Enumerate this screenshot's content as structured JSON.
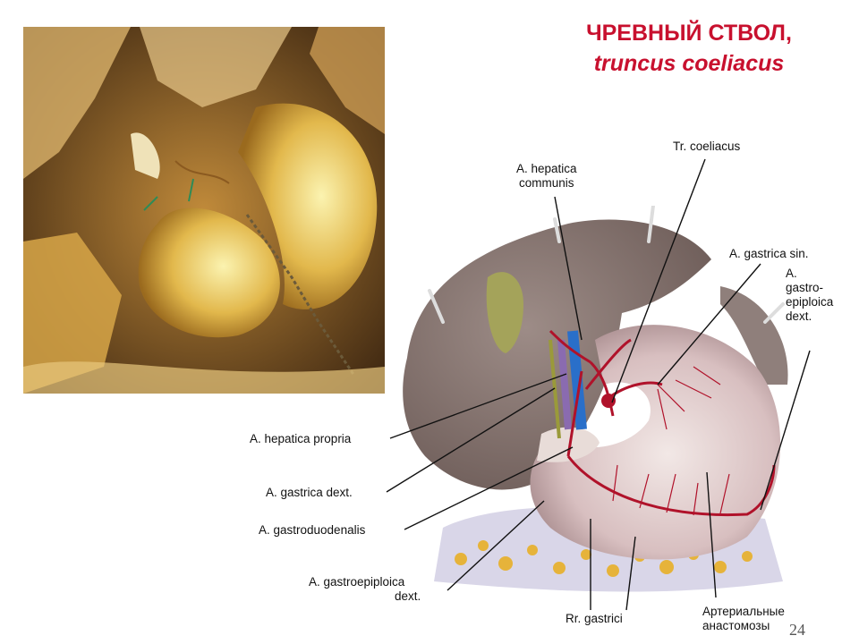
{
  "title": {
    "ru": "ЧРЕВНЫЙ СТВОЛ,",
    "latin": "truncus coeliacus"
  },
  "labels": {
    "tr_coeliacus": "Tr. coeliacus",
    "hepatica_communis_1": "A. hepatica",
    "hepatica_communis_2": "communis",
    "gastrica_sin": "A. gastrica sin.",
    "gastroepiploica_dext_r1": "A.",
    "gastroepiploica_dext_r2": "gastro-",
    "gastroepiploica_dext_r3": "epiploica",
    "gastroepiploica_dext_r4": "dext.",
    "hepatica_propria": "A. hepatica propria",
    "gastrica_dext": "A. gastrica dext.",
    "gastroduodenalis": "A. gastroduodenalis",
    "gastroepiploica_dext_l1": "A. gastroepiploica",
    "gastroepiploica_dext_l2": "dext.",
    "rr_gastrici": "Rr. gastrici",
    "anastomoses_1": "Артериальные",
    "anastomoses_2": "анастомозы"
  },
  "page_number": "24",
  "colors": {
    "title": "#c8102e",
    "artery": "#b0122a"
  }
}
